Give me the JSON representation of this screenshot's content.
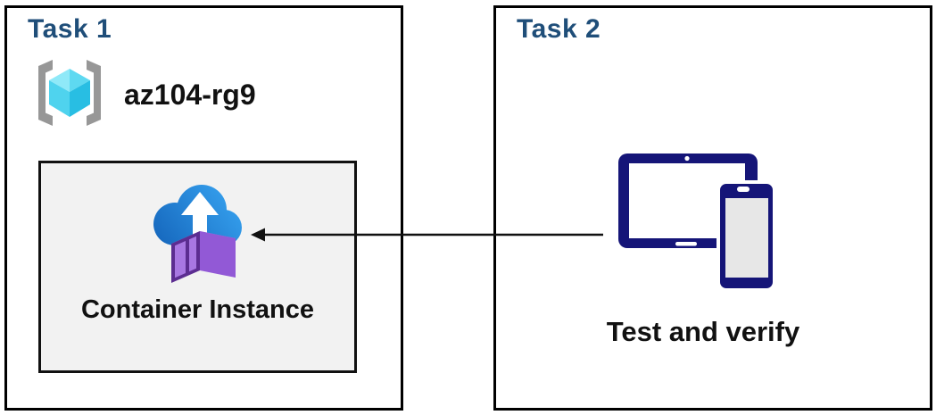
{
  "diagram": {
    "task1": {
      "title": "Task 1",
      "resource_group": {
        "name": "az104-rg9",
        "icon": "resource-group-icon"
      },
      "container_instance": {
        "label": "Container Instance",
        "icon": "container-instances-icon"
      }
    },
    "task2": {
      "title": "Task 2",
      "devices": {
        "label": "Test and verify",
        "icon": "devices-icon"
      }
    },
    "connector": {
      "from": "devices-icon",
      "to": "container-instance-box",
      "direction": "right-to-left"
    }
  },
  "colors": {
    "task_title_navy": "#1F4E79",
    "box_border_black": "#000000",
    "container_box_bg": "#F2F2F2",
    "device_navy": "#151578",
    "cloud_blue_dark": "#1566BC",
    "cloud_blue_light": "#38A5F2",
    "container_purple_frame": "#5C2D91",
    "container_purple_door": "#A877E2",
    "container_purple_top": "#B78CE9",
    "container_purple_side": "#9259D6",
    "cube_cyan_light": "#8FE9F8",
    "cube_cyan_mid": "#5ED9F1",
    "cube_cyan_left": "#4FD3EE",
    "cube_cyan_dark": "#28BEE3",
    "bracket_gray": "#979797",
    "text_black": "#111111"
  }
}
